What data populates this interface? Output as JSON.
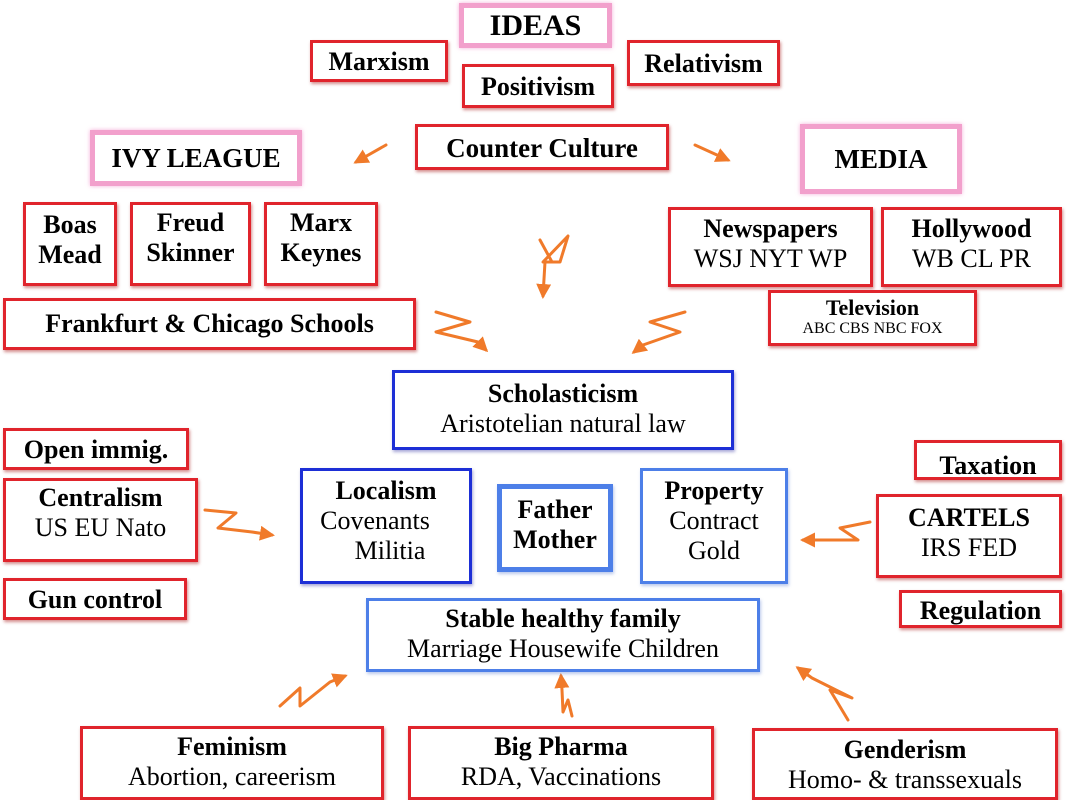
{
  "ideas": {
    "title": "IDEAS",
    "marxism": "Marxism",
    "positivism": "Positivism",
    "relativism": "Relativism",
    "counter_culture": "Counter Culture"
  },
  "ivy_league": {
    "title": "IVY LEAGUE",
    "boas_mead": [
      "Boas",
      "Mead"
    ],
    "freud_skinner": [
      "Freud",
      "Skinner"
    ],
    "marx_keynes": [
      "Marx",
      "Keynes"
    ],
    "frankfurt": "Frankfurt & Chicago Schools"
  },
  "media": {
    "title": "MEDIA",
    "newspapers": {
      "title": "Newspapers",
      "sub": "WSJ NYT WP"
    },
    "hollywood": {
      "title": "Hollywood",
      "sub": "WB CL PR"
    },
    "television": {
      "title": "Television",
      "sub": "ABC CBS NBC FOX"
    }
  },
  "center": {
    "scholasticism": {
      "title": "Scholasticism",
      "sub": "Aristotelian natural law"
    },
    "localism": {
      "title": "Localism",
      "lines": [
        "Covenants",
        "Militia"
      ]
    },
    "father_mother": [
      "Father",
      "Mother"
    ],
    "property": {
      "title": "Property",
      "lines": [
        "Contract",
        "Gold"
      ]
    },
    "family": {
      "title": "Stable healthy family",
      "sub": "Marriage Housewife Children"
    }
  },
  "left": {
    "open_immig": "Open immig.",
    "centralism": {
      "title": "Centralism",
      "sub": "US EU Nato"
    },
    "gun_control": "Gun control"
  },
  "right": {
    "taxation": "Taxation",
    "cartels": {
      "title": "CARTELS",
      "sub": "IRS FED"
    },
    "regulation": "Regulation"
  },
  "bottom": {
    "feminism": {
      "title": "Feminism",
      "sub": "Abortion, careerism"
    },
    "big_pharma": {
      "title": "Big Pharma",
      "sub": "RDA, Vaccinations"
    },
    "genderism": {
      "title": "Genderism",
      "sub": "Homo- & transsexuals"
    }
  },
  "colors": {
    "red_border": "#e0242c",
    "pink_border": "#f2a0cc",
    "blue_border": "#1d2fd6",
    "light_blue_border": "#4d7fe8",
    "arrow": "#f07a2a"
  }
}
